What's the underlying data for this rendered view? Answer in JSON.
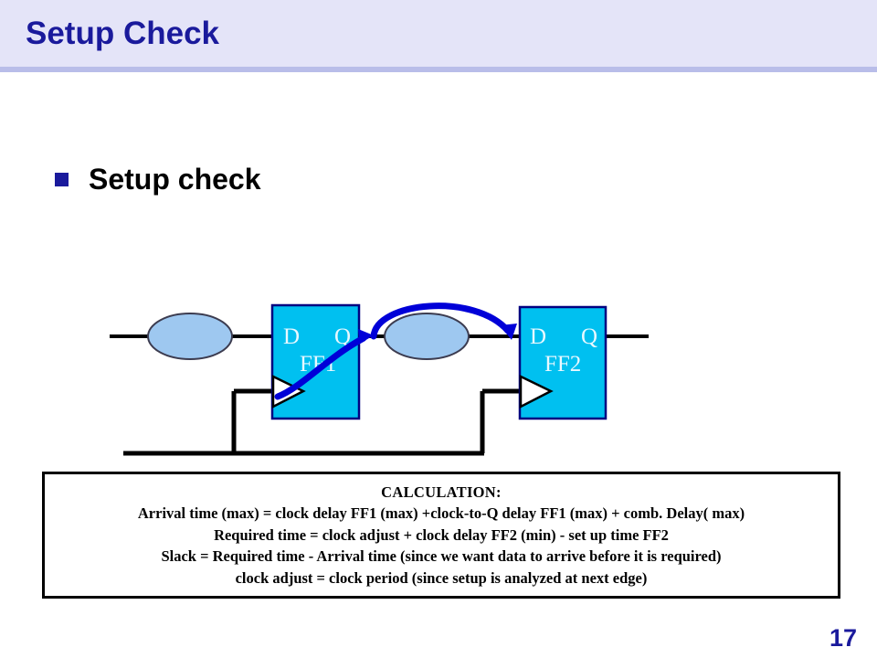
{
  "slide": {
    "title": "Setup Check",
    "number": "17",
    "title_color": "#1A1A9C",
    "header_band_color": "#E4E4F8",
    "header_rule_color": "#B9BDE9"
  },
  "bullets": [
    {
      "text": "Setup check",
      "marker": "square-bullet",
      "marker_color": "#1A1A9C"
    }
  ],
  "diagram": {
    "name": "setup-check-timing-path",
    "colors": {
      "flipflop_fill": "#00C0F0",
      "flipflop_stroke": "#000080",
      "ellipse_fill": "#9EC8F0",
      "ellipse_stroke": "#3C3C50",
      "wire": "#000000",
      "arrow": "#0000D8",
      "label": "#E8F8FF"
    },
    "flipflops": [
      {
        "name": "FF1",
        "label": "FF1",
        "d_label": "D",
        "q_label": "Q"
      },
      {
        "name": "FF2",
        "label": "FF2",
        "d_label": "D",
        "q_label": "Q"
      }
    ],
    "delay_bubbles": [
      {
        "name": "clock-delay-ff1-bubble"
      },
      {
        "name": "comb-delay-bubble"
      }
    ],
    "arrows": [
      {
        "name": "clock-to-q-arrow-ff1"
      },
      {
        "name": "comb-delay-arrow-to-ff2-d"
      }
    ]
  },
  "calculation": {
    "lines": [
      "CALCULATION:",
      "Arrival time (max) = clock delay FF1 (max) +clock-to-Q delay FF1 (max) + comb. Delay( max)",
      "Required time = clock adjust + clock delay FF2 (min) - set up time FF2",
      "Slack = Required time - Arrival time (since we want data to arrive before it is required)",
      "clock adjust = clock period (since setup is analyzed at next edge)"
    ]
  }
}
